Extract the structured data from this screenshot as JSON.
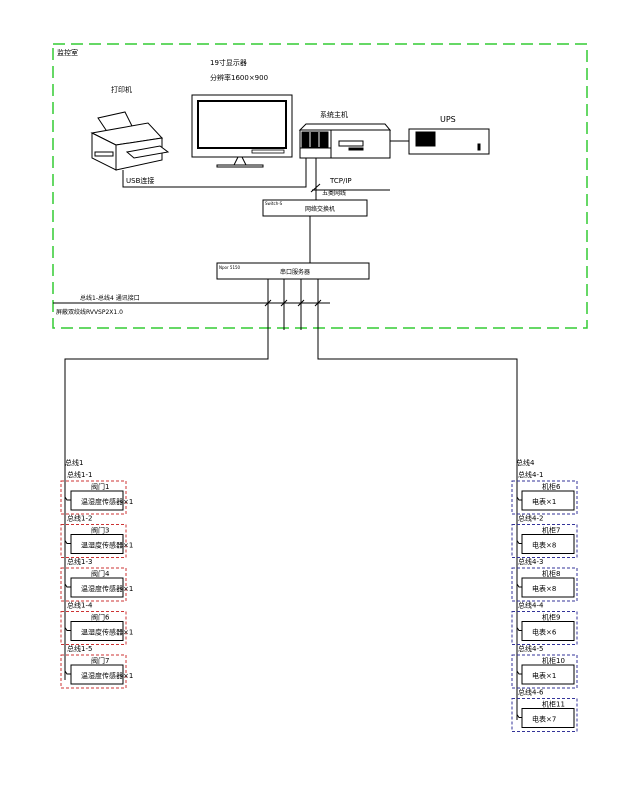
{
  "room": {
    "label": "监控室",
    "frame_color": "#33cc33"
  },
  "printer": {
    "label": "打印机",
    "connection": "USB连接"
  },
  "monitor": {
    "label": "19寸显示器",
    "resolution": "分辨率1600×900"
  },
  "host": {
    "label": "系统主机"
  },
  "ups": {
    "label": "UPS"
  },
  "network": {
    "protocol": "TCP/IP",
    "cable": "五类网线"
  },
  "switch": {
    "model": "Switch-S",
    "label": "网络交换机"
  },
  "serial_server": {
    "model": "Npor 5150",
    "label": "串口服务器"
  },
  "bus_cable": {
    "line1": "总线1-总线4 通讯接口",
    "line2": "屏蔽双绞线RVVSP2X1.0"
  },
  "left_group": {
    "title": "总线1",
    "color": "#cc3333",
    "items": [
      {
        "bus": "总线1-1",
        "name": "阀门1",
        "device": "温湿度传感器×1"
      },
      {
        "bus": "总线1-2",
        "name": "阀门3",
        "device": "温湿度传感器×1"
      },
      {
        "bus": "总线1-3",
        "name": "阀门4",
        "device": "温湿度传感器×1"
      },
      {
        "bus": "总线1-4",
        "name": "阀门6",
        "device": "温湿度传感器×1"
      },
      {
        "bus": "总线1-5",
        "name": "阀门7",
        "device": "温湿度传感器×1"
      }
    ]
  },
  "right_group": {
    "title": "总线4",
    "color": "#333399",
    "items": [
      {
        "bus": "总线4-1",
        "name": "机柜6",
        "device": "电表×1"
      },
      {
        "bus": "总线4-2",
        "name": "机柜7",
        "device": "电表×8"
      },
      {
        "bus": "总线4-3",
        "name": "机柜8",
        "device": "电表×8"
      },
      {
        "bus": "总线4-4",
        "name": "机柜9",
        "device": "电表×6"
      },
      {
        "bus": "总线4-5",
        "name": "机柜10",
        "device": "电表×1"
      },
      {
        "bus": "总线4-6",
        "name": "机柜11",
        "device": "电表×7"
      }
    ]
  }
}
